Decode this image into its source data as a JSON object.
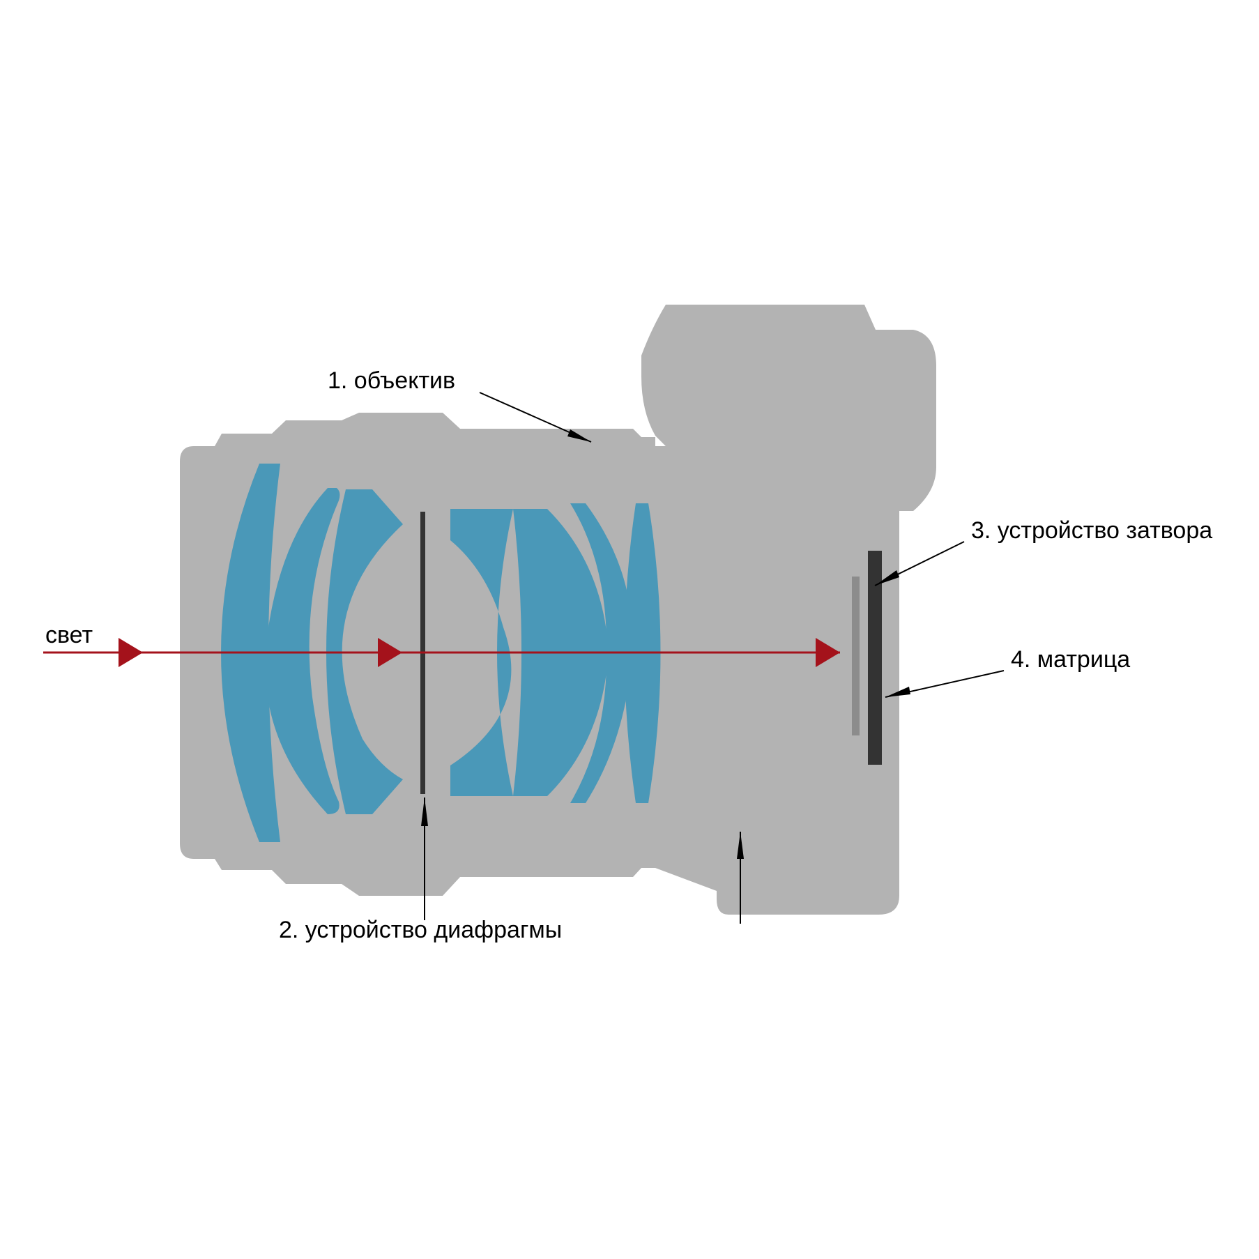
{
  "labels": {
    "light": "свет",
    "lens": "1. объектив",
    "diaphragm": "2. устройство диафрагмы",
    "shutter": "3. устройство затвора",
    "sensor": "4. матрица"
  },
  "colors": {
    "background": "#ffffff",
    "body": "#b3b3b3",
    "lens_glass": "#4a98b8",
    "light_ray": "#a4121b",
    "diaphragm": "#333333",
    "shutter": "#8c8c8c",
    "sensor": "#333333",
    "leader_line": "#000000"
  }
}
